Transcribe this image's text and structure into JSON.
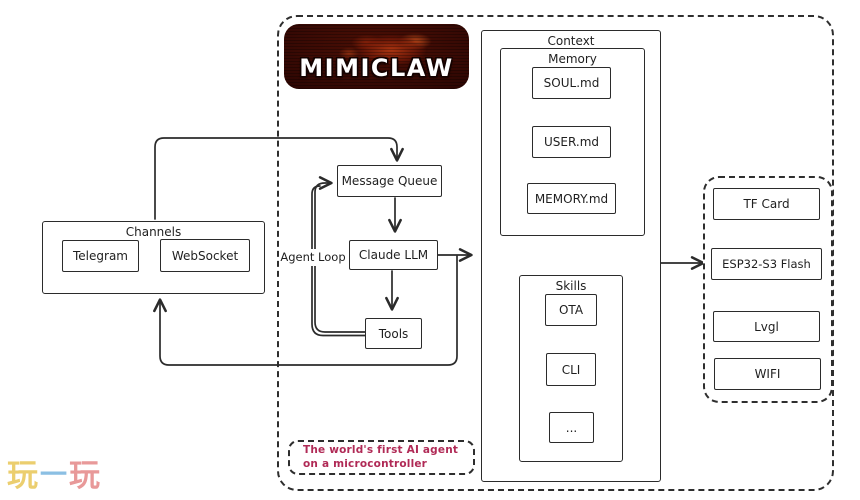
{
  "logo": {
    "text": "MIMICLAW"
  },
  "tagline": {
    "line1": "The world's first AI agent",
    "line2": "on a microcontroller"
  },
  "watermark": {
    "part1": "玩",
    "part2": "一",
    "part3": "玩"
  },
  "channels": {
    "title": "Channels",
    "items": [
      "Telegram",
      "WebSocket"
    ]
  },
  "agent_loop": {
    "label": "Agent Loop",
    "message_queue": "Message Queue",
    "claude_llm": "Claude LLM",
    "tools": "Tools"
  },
  "context": {
    "title": "Context",
    "memory": {
      "title": "Memory",
      "items": [
        "SOUL.md",
        "USER.md",
        "MEMORY.md"
      ]
    },
    "skills": {
      "title": "Skills",
      "items": [
        "OTA",
        "CLI",
        "..."
      ]
    }
  },
  "hardware": {
    "items": [
      "TF Card",
      "ESP32-S3 Flash",
      "Lvgl",
      "WIFI"
    ]
  },
  "colors": {
    "line": "#2b2b2b",
    "tagline_text": "#b02a56",
    "logo_background": "#3a0a04",
    "watermark_yellow": "#e7c34c",
    "watermark_blue": "#6fb0dd",
    "watermark_red": "#e38080"
  }
}
